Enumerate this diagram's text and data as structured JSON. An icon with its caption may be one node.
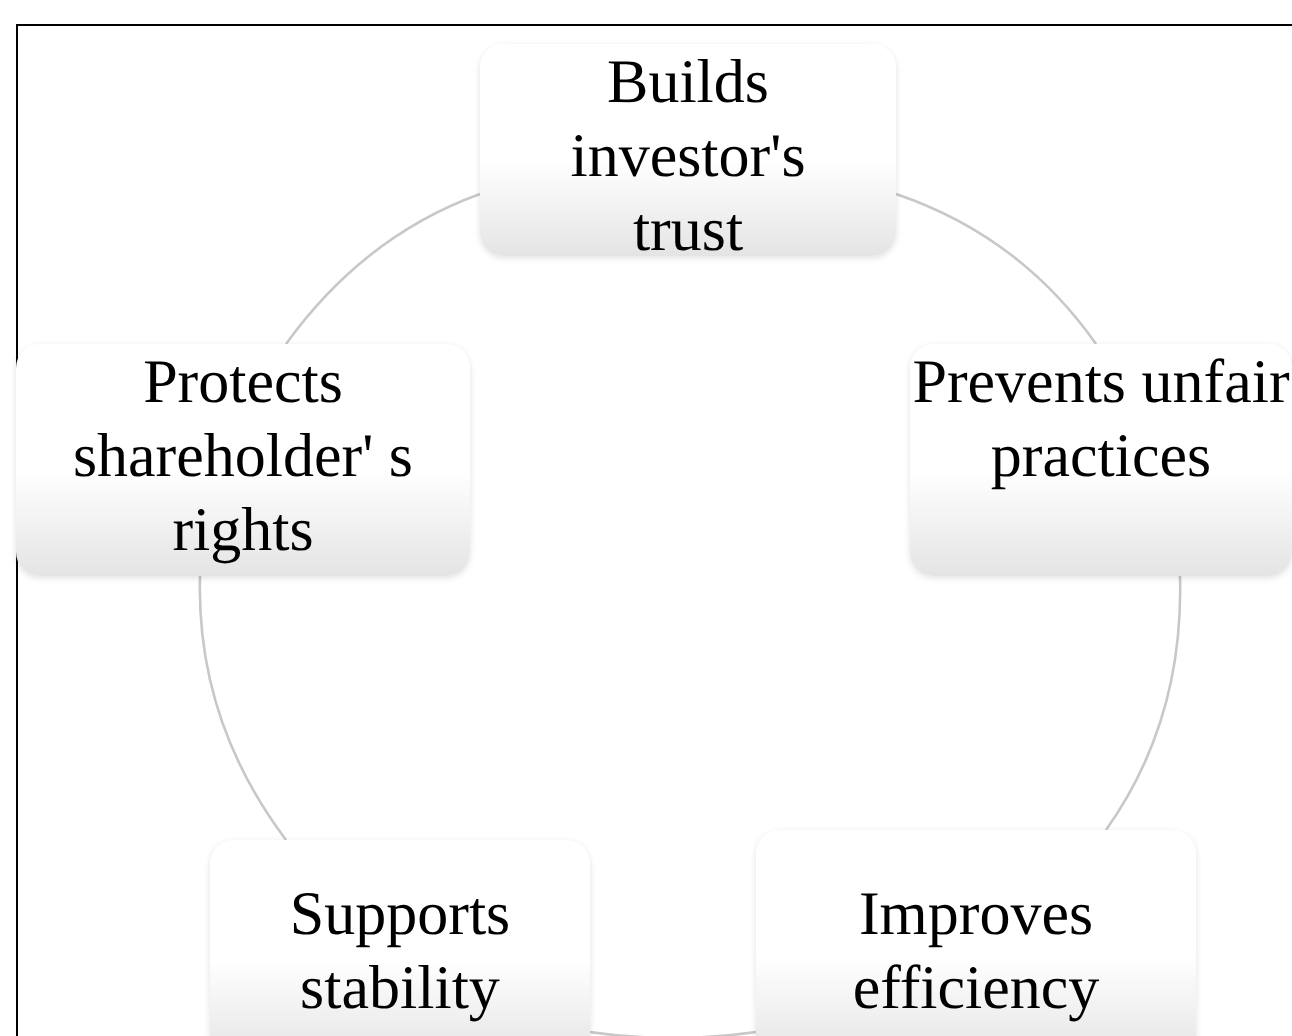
{
  "diagram": {
    "nodes": [
      {
        "text": [
          "Builds investor's trust"
        ]
      },
      {
        "text": [
          "Protects shareholder' s rights"
        ]
      },
      {
        "text": [
          "Prevents unfair practices"
        ]
      },
      {
        "text": [
          "Supports stability"
        ]
      },
      {
        "text": [
          "Improves efficiency"
        ]
      }
    ],
    "edges": [
      {
        "from": 0,
        "to": 2,
        "arrow": "none"
      },
      {
        "from": 2,
        "to": 4,
        "arrow": "none"
      },
      {
        "from": 4,
        "to": 3,
        "arrow": "none"
      },
      {
        "from": 3,
        "to": 1,
        "arrow": "none"
      },
      {
        "from": 1,
        "to": 0,
        "arrow": "none"
      }
    ]
  }
}
